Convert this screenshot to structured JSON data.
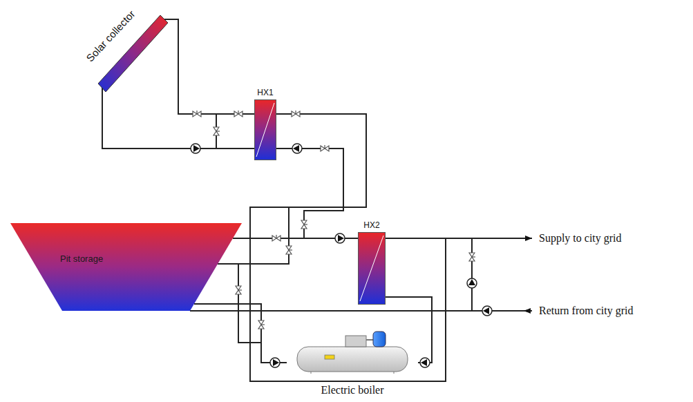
{
  "diagram": {
    "nodes": [
      {
        "text": [
          "Solar collector"
        ]
      },
      {
        "text": [
          "HX1"
        ]
      },
      {
        "text": [
          "Pit storage"
        ]
      },
      {
        "text": [
          "HX2"
        ]
      },
      {
        "text": [
          "Electric boiler"
        ]
      }
    ],
    "edges": [
      {
        "from": 0,
        "to": 1,
        "arrow": "none"
      },
      {
        "from": 0,
        "to": 1,
        "arrow": "none"
      },
      {
        "from": 1,
        "to": 2,
        "arrow": "none"
      },
      {
        "from": 2,
        "to": 3,
        "arrow": "none"
      },
      {
        "from": 1,
        "to": 2,
        "arrow": "none"
      },
      {
        "from": 2,
        "to": 4,
        "arrow": "none"
      },
      {
        "from": 4,
        "to": 3,
        "arrow": "none"
      }
    ],
    "labels": [
      "Supply to city grid",
      "Return from city grid"
    ]
  }
}
